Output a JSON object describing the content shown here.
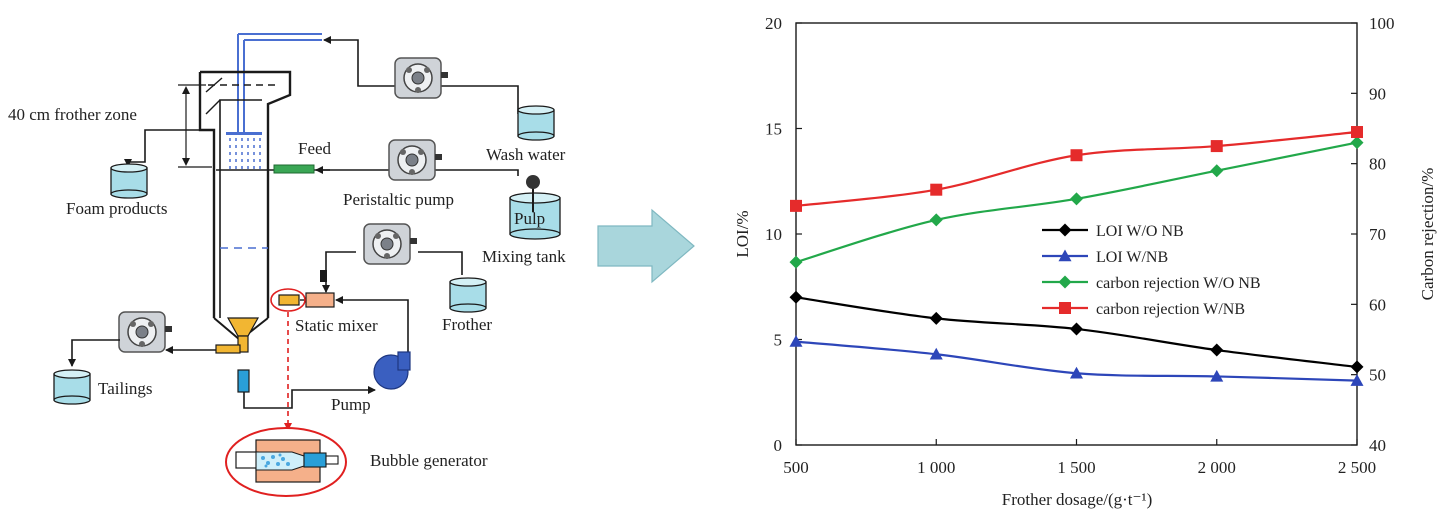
{
  "diagram": {
    "labels": {
      "frother_zone": "40 cm frother zone",
      "feed": "Feed",
      "wash_water": "Wash water",
      "foam_products": "Foam products",
      "peristaltic_pump": "Peristaltic pump",
      "pulp": "Pulp",
      "mixing_tank": "Mixing tank",
      "static_mixer": "Static mixer",
      "frother": "Frother",
      "tailings": "Tailings",
      "pump": "Pump",
      "bubble_generator": "Bubble generator"
    },
    "colors": {
      "line": "#1a1a1a",
      "tank": "#a8dde8",
      "feed_pipe": "#3aa655",
      "wash_pipe": "#4a6fd1",
      "orange": "#f2b632",
      "mixer": "#f5b08a",
      "blue_pump": "#3a5fc0",
      "red": "#e02020",
      "arrow": "#a9d6dc"
    }
  },
  "chart_data": {
    "type": "line",
    "title": "",
    "xlabel": "Frother dosage/(g·t⁻¹)",
    "ylabel": "LOI/%",
    "y2label": "Carbon rejection/%",
    "x": [
      500,
      1000,
      1500,
      2000,
      2500
    ],
    "xticks": [
      "500",
      "1 000",
      "1 500",
      "2 000",
      "2 500"
    ],
    "xlim": [
      500,
      2500
    ],
    "ylim": [
      0,
      20
    ],
    "yticks": [
      "0",
      "5",
      "10",
      "15",
      "20"
    ],
    "y2lim": [
      40,
      100
    ],
    "y2ticks": [
      "40",
      "50",
      "60",
      "70",
      "80",
      "90",
      "100"
    ],
    "grid": false,
    "legend_position": "center-right",
    "series": [
      {
        "name": "LOI W/O NB",
        "axis": "left",
        "marker": "diamond",
        "color": "#000000",
        "values": [
          7.0,
          6.0,
          5.5,
          4.5,
          3.7
        ]
      },
      {
        "name": "LOI W/NB",
        "axis": "left",
        "marker": "triangle",
        "color": "#2d46b9",
        "values": [
          4.9,
          4.3,
          3.4,
          3.25,
          3.05
        ]
      },
      {
        "name": "carbon rejection W/O NB",
        "axis": "right",
        "marker": "diamond",
        "color": "#22a84a",
        "values": [
          66.0,
          72.0,
          75.0,
          79.0,
          83.0
        ]
      },
      {
        "name": "carbon rejection W/NB",
        "axis": "right",
        "marker": "square",
        "color": "#e52b2b",
        "values": [
          74.0,
          76.3,
          81.2,
          82.5,
          84.5
        ]
      }
    ]
  }
}
